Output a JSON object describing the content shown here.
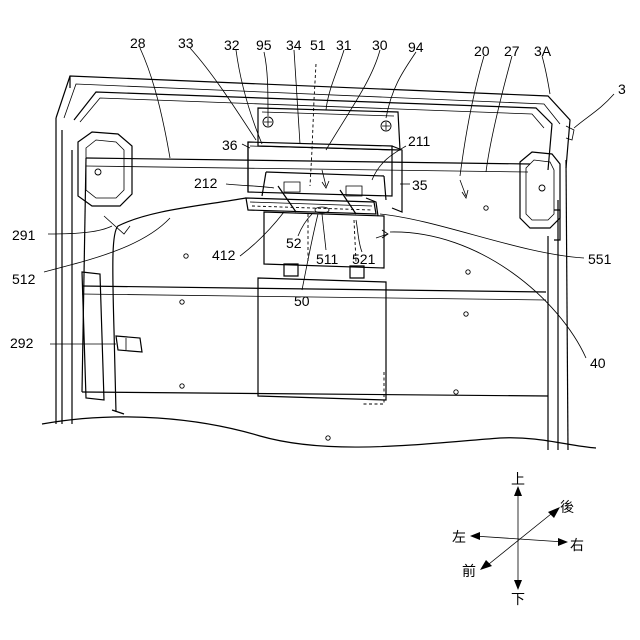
{
  "labels": {
    "l28": "28",
    "l33": "33",
    "l32": "32",
    "l95": "95",
    "l34": "34",
    "l51": "51",
    "l31": "31",
    "l30": "30",
    "l94": "94",
    "l20": "20",
    "l27": "27",
    "l3A": "3A",
    "l3": "3",
    "l36": "36",
    "l211": "211",
    "l212": "212",
    "l35": "35",
    "l291": "291",
    "l412": "412",
    "l52": "52",
    "l511": "511",
    "l521": "521",
    "l551": "551",
    "l512": "512",
    "l50": "50",
    "l292": "292",
    "l40": "40"
  },
  "compass": {
    "up": "上",
    "down": "下",
    "left": "左",
    "right": "右",
    "front": "前",
    "back": "後"
  }
}
